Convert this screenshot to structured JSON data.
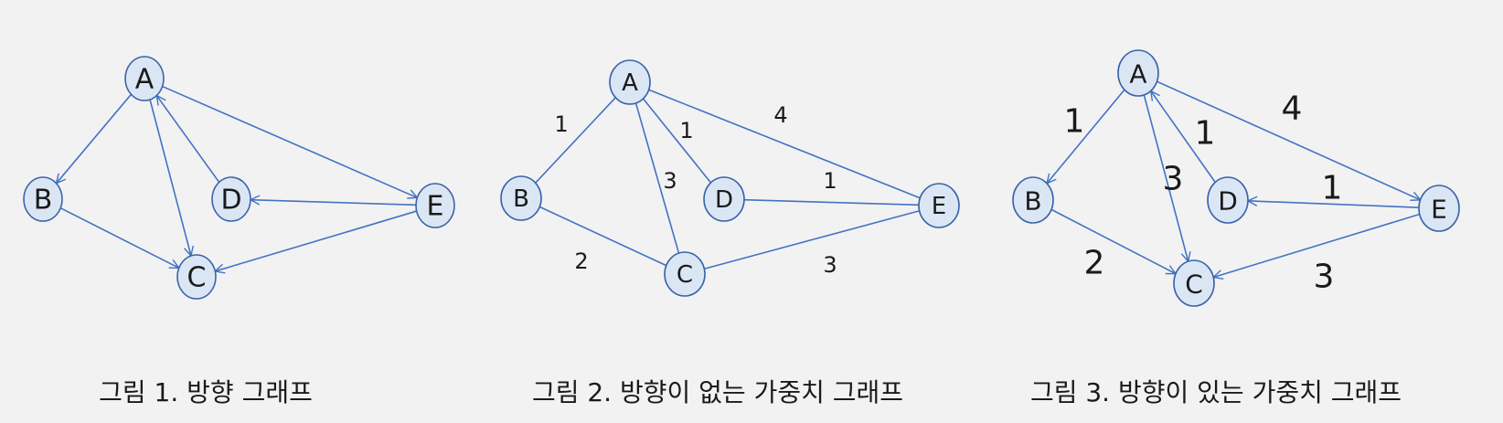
{
  "colors": {
    "background": "#f2f2f2",
    "edge": "#4472c4",
    "node_fill": "#dbe6f5",
    "node_stroke": "#3a63a8",
    "text": "#1a1a1a"
  },
  "graphs": [
    {
      "id": "g1",
      "directed": true,
      "caption": "그림 1. 방향 그래프",
      "nodes": [
        {
          "id": "A",
          "label": "A"
        },
        {
          "id": "B",
          "label": "B"
        },
        {
          "id": "C",
          "label": "C"
        },
        {
          "id": "D",
          "label": "D"
        },
        {
          "id": "E",
          "label": "E"
        }
      ],
      "edges": [
        {
          "from": "A",
          "to": "B"
        },
        {
          "from": "A",
          "to": "C"
        },
        {
          "from": "A",
          "to": "E"
        },
        {
          "from": "D",
          "to": "A"
        },
        {
          "from": "E",
          "to": "D"
        },
        {
          "from": "E",
          "to": "C"
        },
        {
          "from": "B",
          "to": "C"
        }
      ]
    },
    {
      "id": "g2",
      "directed": false,
      "caption": "그림 2. 방향이 없는 가중치 그래프",
      "nodes": [
        {
          "id": "A",
          "label": "A"
        },
        {
          "id": "B",
          "label": "B"
        },
        {
          "id": "C",
          "label": "C"
        },
        {
          "id": "D",
          "label": "D"
        },
        {
          "id": "E",
          "label": "E"
        }
      ],
      "edges": [
        {
          "from": "A",
          "to": "B",
          "weight": "1"
        },
        {
          "from": "A",
          "to": "D",
          "weight": "1"
        },
        {
          "from": "A",
          "to": "E",
          "weight": "4"
        },
        {
          "from": "A",
          "to": "C",
          "weight": "3"
        },
        {
          "from": "D",
          "to": "E",
          "weight": "1"
        },
        {
          "from": "B",
          "to": "C",
          "weight": "2"
        },
        {
          "from": "C",
          "to": "E",
          "weight": "3"
        }
      ]
    },
    {
      "id": "g3",
      "directed": true,
      "caption": "그림 3. 방향이 있는 가중치 그래프",
      "nodes": [
        {
          "id": "A",
          "label": "A"
        },
        {
          "id": "B",
          "label": "B"
        },
        {
          "id": "C",
          "label": "C"
        },
        {
          "id": "D",
          "label": "D"
        },
        {
          "id": "E",
          "label": "E"
        }
      ],
      "edges": [
        {
          "from": "A",
          "to": "B",
          "weight": "1"
        },
        {
          "from": "A",
          "to": "C",
          "weight": "3"
        },
        {
          "from": "D",
          "to": "A",
          "weight": "1"
        },
        {
          "from": "A",
          "to": "E",
          "weight": "4"
        },
        {
          "from": "E",
          "to": "D",
          "weight": "1"
        },
        {
          "from": "B",
          "to": "C",
          "weight": "2"
        },
        {
          "from": "E",
          "to": "C",
          "weight": "3"
        }
      ]
    }
  ]
}
